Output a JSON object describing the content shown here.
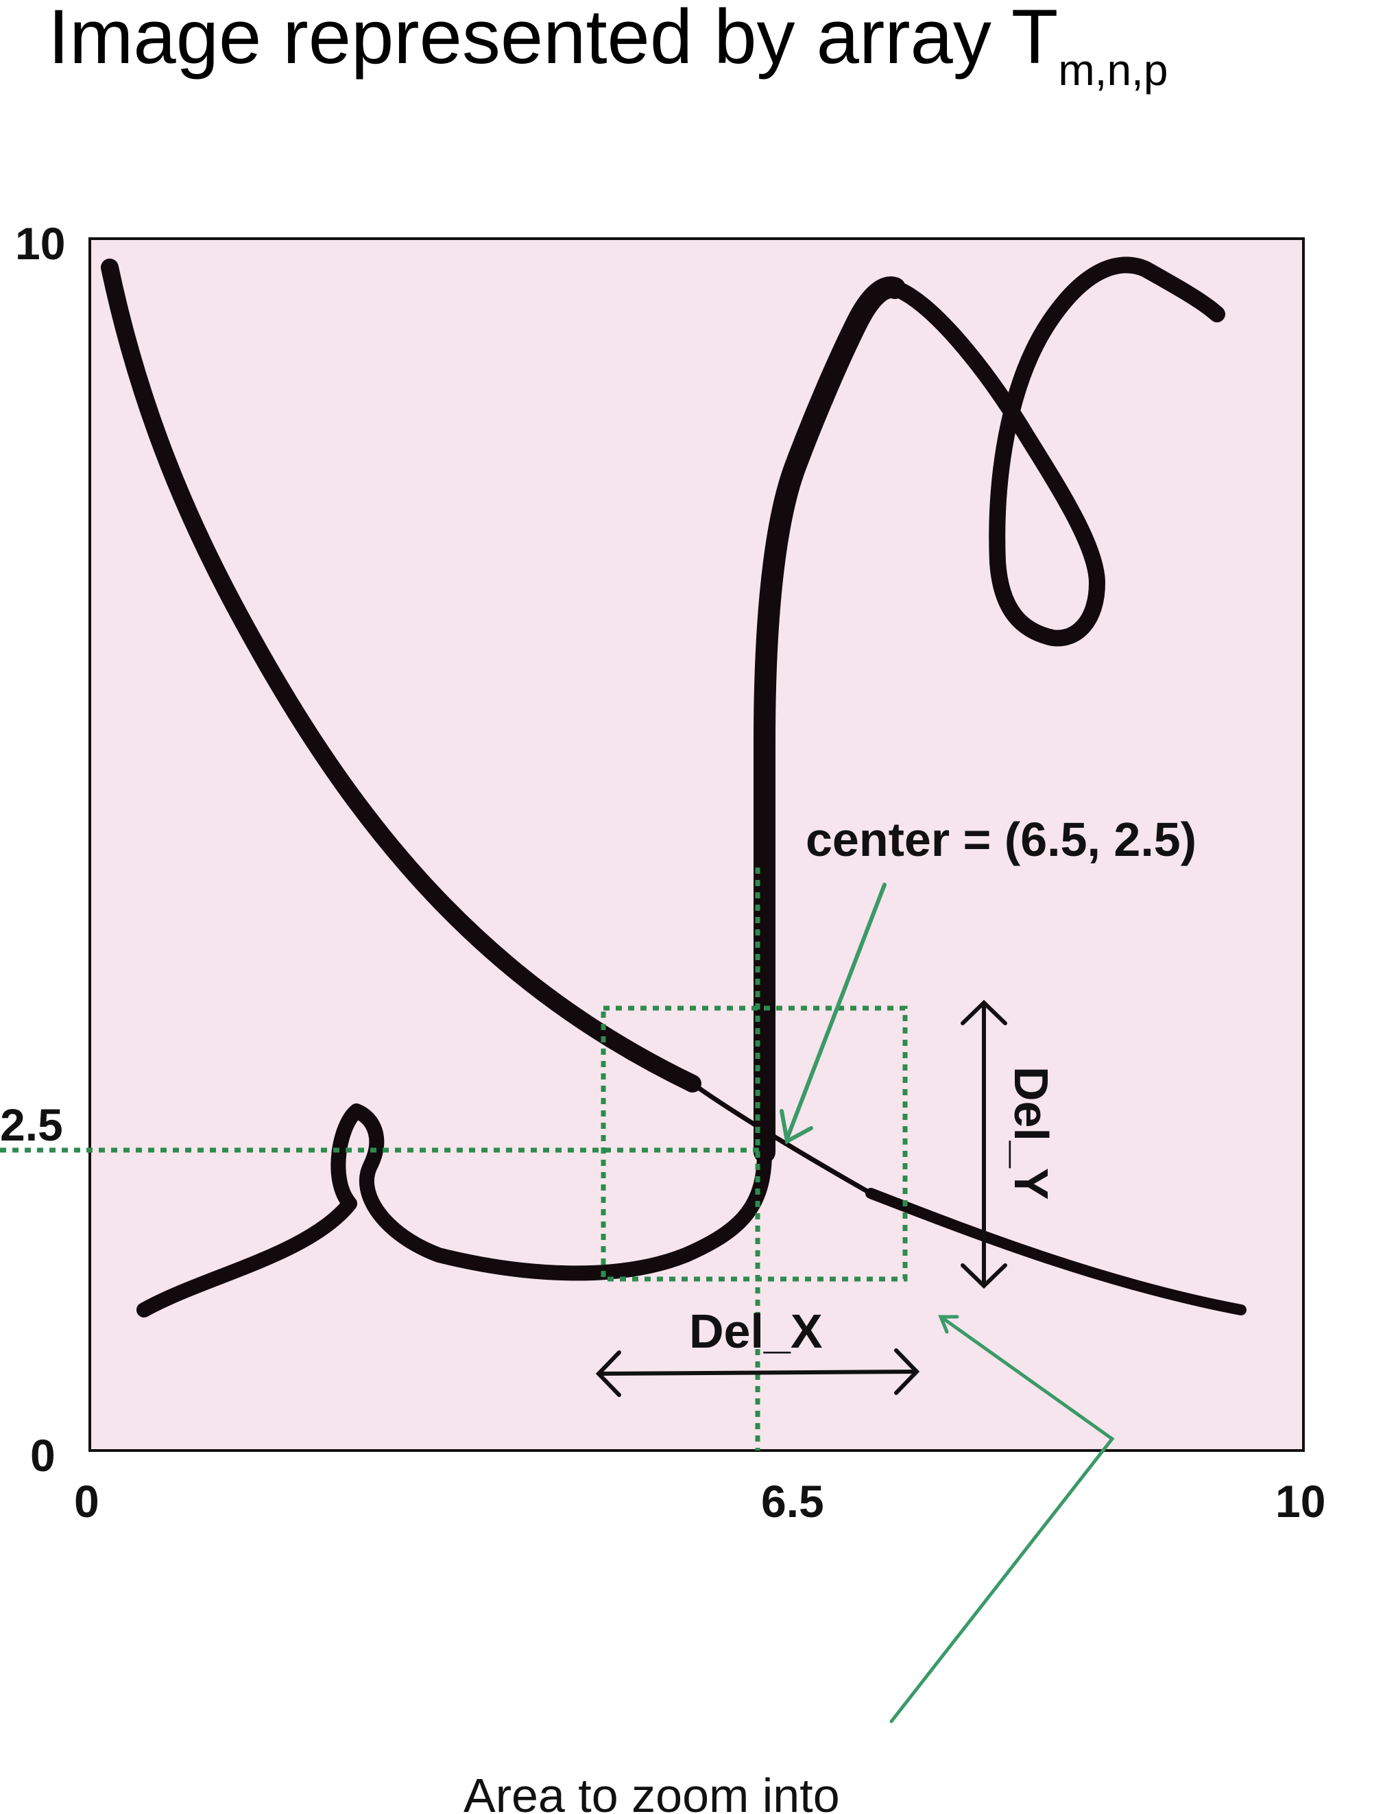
{
  "title": {
    "main": "Image represented by array T",
    "subscript": "m,n,p"
  },
  "axes": {
    "x_ticks": [
      "0",
      "6.5",
      "10"
    ],
    "y_ticks": [
      "10",
      "2.5",
      "0"
    ]
  },
  "annotations": {
    "center_label": "center = (6.5, 2.5)",
    "del_x": "Del_X",
    "del_y": "Del_Y",
    "zoom_area": "Area  to zoom into"
  },
  "colors": {
    "background": "#f6e5ec",
    "stroke": "#130a0d",
    "guide": "#2e8b4f",
    "arrow_green": "#3a9a68"
  }
}
